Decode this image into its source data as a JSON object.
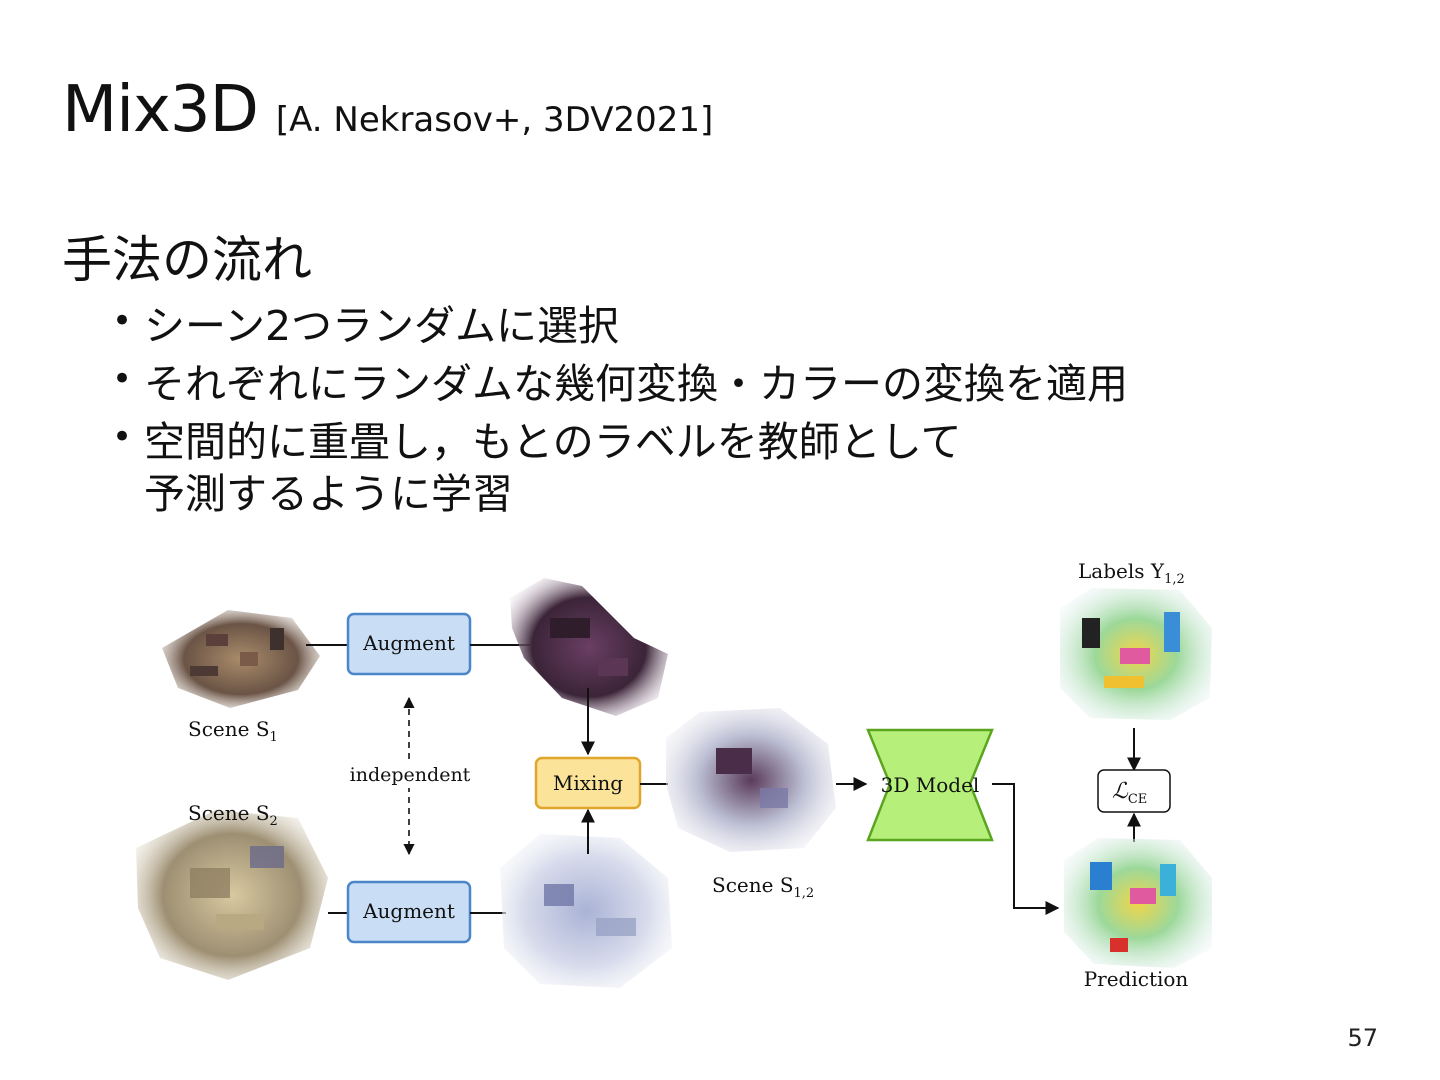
{
  "slide": {
    "title": "Mix3D",
    "reference": "[A. Nekrasov+, 3DV2021]",
    "page_number": "57"
  },
  "section": {
    "heading": "手法の流れ",
    "bullets": [
      {
        "text": "シーン2つランダムに選択"
      },
      {
        "text": "それぞれにランダムな幾何変換・カラーの変換を適用"
      },
      {
        "text": "空間的に重畳し，もとのラベルを教師として",
        "continuation": "予測するように学習"
      }
    ]
  },
  "figure": {
    "labels": {
      "scene1": "Scene S",
      "scene1_sub": "1",
      "scene2": "Scene S",
      "scene2_sub": "2",
      "scene12": "Scene S",
      "scene12_sub": "1,2",
      "independent": "independent",
      "labels_y": "Labels Y",
      "labels_y_sub": "1,2",
      "prediction": "Prediction",
      "loss": "ℒ",
      "loss_sub": "CE"
    },
    "boxes": {
      "augment_top": "Augment",
      "augment_bottom": "Augment",
      "mixing": "Mixing",
      "model": "3D Model"
    },
    "colors": {
      "augment_fill": "#c9ddf5",
      "augment_stroke": "#4a86c8",
      "mixing_fill": "#fbe39a",
      "mixing_stroke": "#e0a52a",
      "model_fill": "#b6f07a",
      "model_stroke": "#5aa61f"
    }
  }
}
